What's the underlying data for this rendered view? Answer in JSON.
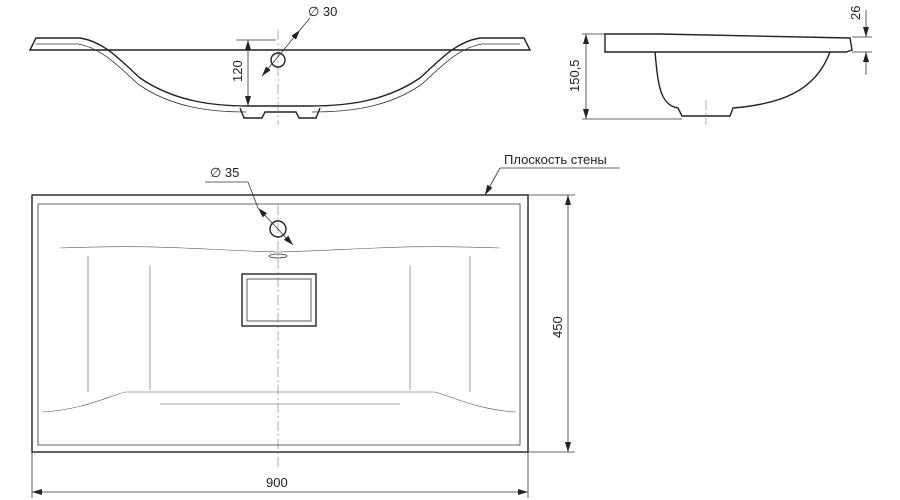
{
  "drawing": {
    "section_view": {
      "hole_diameter": "∅ 30",
      "depth_dim": "120"
    },
    "side_view": {
      "height_dim": "150,5",
      "rim_dim": "26"
    },
    "front_view": {
      "hole_diameter": "∅ 35",
      "wall_plane_label": "Плоскость стены",
      "depth_dim": "450",
      "width_dim": "900"
    }
  }
}
